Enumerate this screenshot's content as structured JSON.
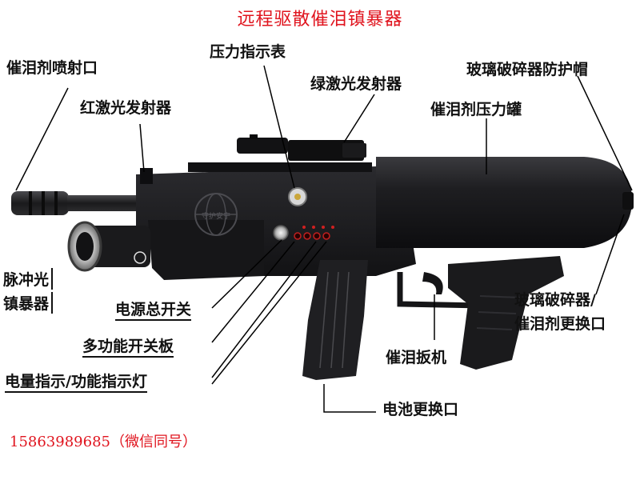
{
  "title": "远程驱散催泪镇暴器",
  "phone": "15863989685（微信同号）",
  "labels": {
    "nozzle": "催泪剂喷射口",
    "red_laser": "红激光发射器",
    "pressure_gauge": "压力指示表",
    "green_laser": "绿激光发射器",
    "glass_breaker_cap": "玻璃破碎器防护帽",
    "tear_tank": "催泪剂压力罐",
    "pulse_light_line1": "脉冲光",
    "pulse_light_line2": "镇暴器",
    "power_switch": "电源总开关",
    "multi_switch_panel": "多功能开关板",
    "indicator_lamp": "电量指示/功能指示灯",
    "glass_breaker_replace_line1": "玻璃破碎器/",
    "glass_breaker_replace_line2": "催泪剂更换口",
    "trigger": "催泪扳机",
    "battery_port": "电池更换口"
  },
  "emblem_text": "守护安宁",
  "colors": {
    "title": "#e0141e",
    "phone": "#e0141e",
    "body": "#1b1b1d",
    "label": "#111111"
  }
}
